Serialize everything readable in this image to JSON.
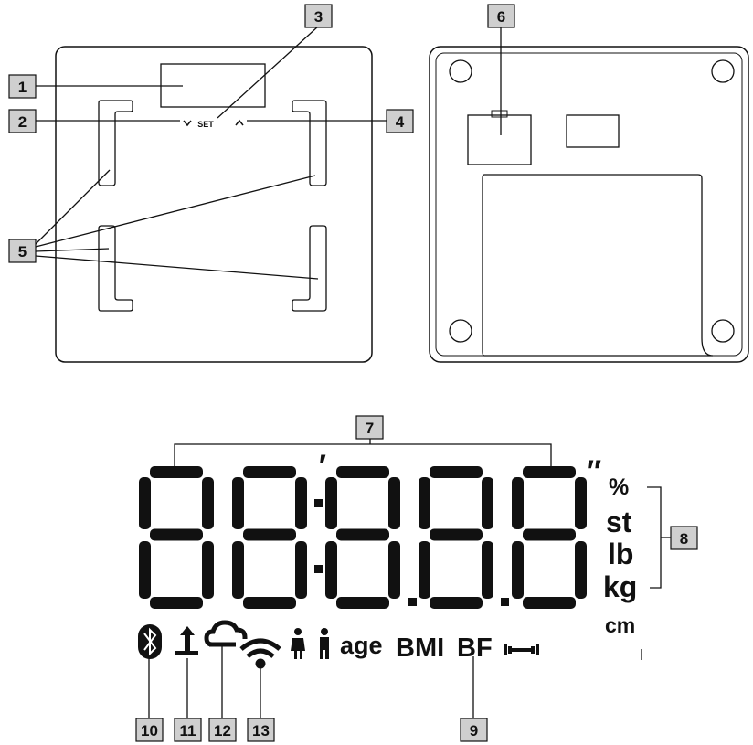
{
  "callouts": {
    "c1": "1",
    "c2": "2",
    "c3": "3",
    "c4": "4",
    "c5": "5",
    "c6": "6",
    "c7": "7",
    "c8": "8",
    "c9": "9",
    "c10": "10",
    "c11": "11",
    "c12": "12",
    "c13": "13"
  },
  "scale_front": {
    "set_label": "SET"
  },
  "lcd": {
    "units": [
      "%",
      "st",
      "lb",
      "kg",
      "cm"
    ],
    "indicators": {
      "age": "age",
      "bmi": "BMI",
      "bf": "BF"
    },
    "prime": "′",
    "double_prime": "″"
  },
  "icons": {
    "bluetooth": "bluetooth-icon",
    "upload": "upload-icon",
    "cloud": "cloud-icon",
    "wifi": "wifi-icon",
    "female": "female-icon",
    "male": "male-icon",
    "muscle": "dumbbell-icon"
  },
  "colors": {
    "callout_fill": "#cfcfcf",
    "ink": "#111111"
  }
}
